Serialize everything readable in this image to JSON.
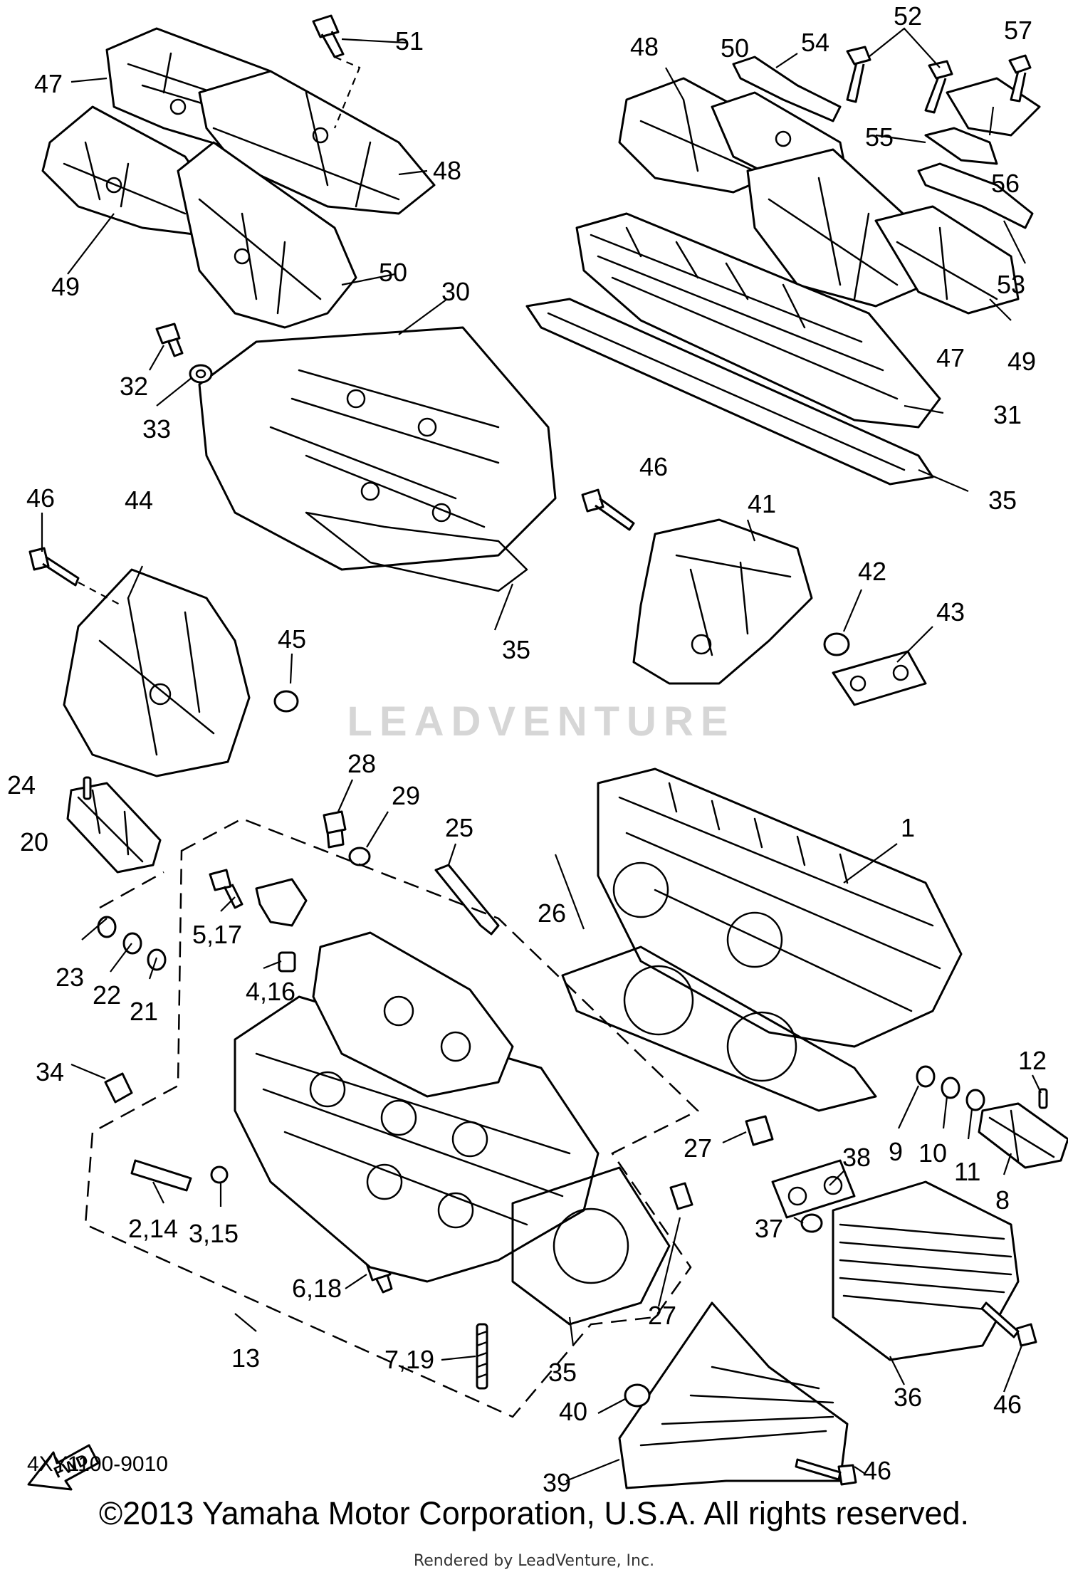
{
  "diagram": {
    "code": "4XY1100-9010",
    "copyright": "©2013 Yamaha Motor Corporation, U.S.A. All rights reserved.",
    "rendered_by": "Rendered by LeadVenture, Inc.",
    "watermark": "LEADVENTURE",
    "direction_arrow": "FWD",
    "callouts": [
      "51",
      "47",
      "48",
      "49",
      "50",
      "52",
      "54",
      "57",
      "55",
      "56",
      "53",
      "31",
      "35",
      "30",
      "32",
      "33",
      "46",
      "44",
      "45",
      "41",
      "42",
      "43",
      "28",
      "29",
      "24",
      "20",
      "25",
      "1",
      "26",
      "5,17",
      "4,16",
      "23",
      "22",
      "21",
      "34",
      "12",
      "9",
      "10",
      "11",
      "8",
      "27",
      "38",
      "2,14",
      "3,15",
      "37",
      "6,18",
      "13",
      "7,19",
      "36",
      "40",
      "39"
    ]
  }
}
